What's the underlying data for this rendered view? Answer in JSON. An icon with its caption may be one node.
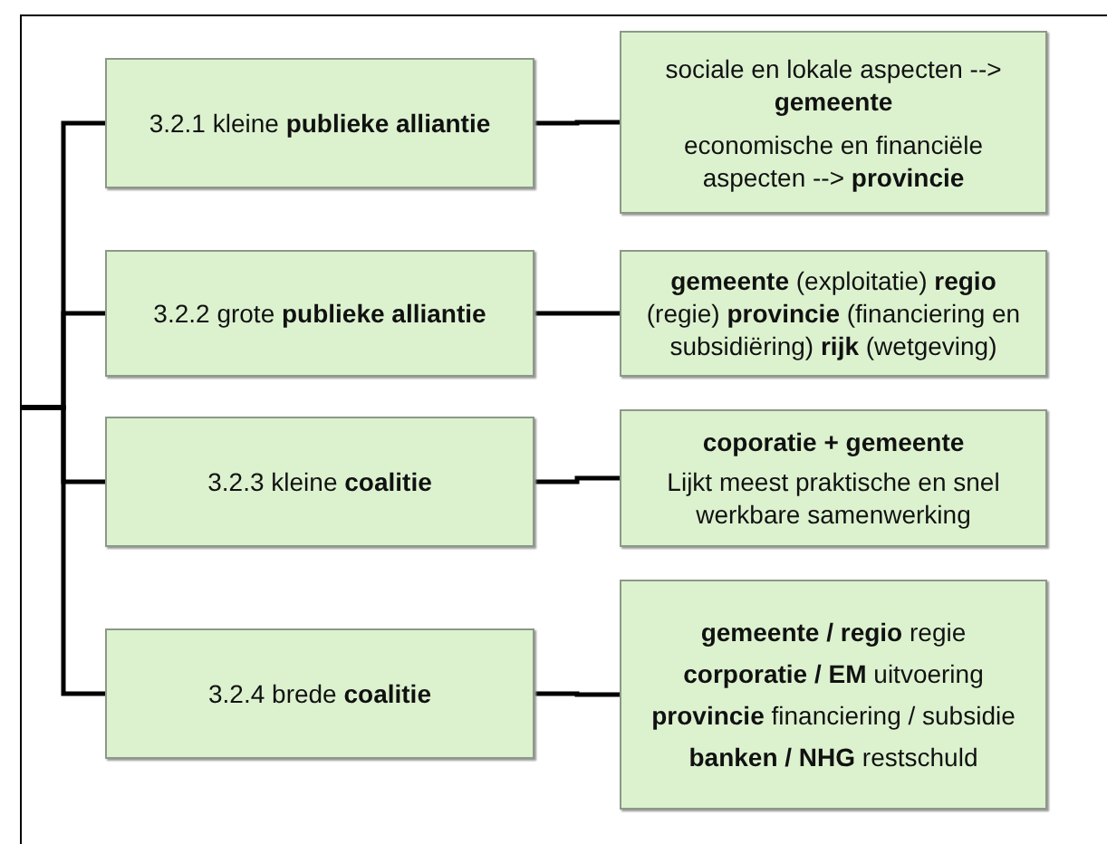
{
  "diagram": {
    "nodes": [
      {
        "text": [
          "3.2.1  kleine **publieke alliantie**"
        ]
      },
      {
        "text": [
          "sociale en lokale aspecten --> **gemeente**",
          "economische en financiële aspecten --> **provincie**"
        ]
      },
      {
        "text": [
          "3.2.2  grote **publieke alliantie**"
        ]
      },
      {
        "text": [
          "**gemeente** (exploitatie) **regio** (regie) **provincie** (financiering en subsidiëring) **rijk** (wetgeving)"
        ]
      },
      {
        "text": [
          "3.2.3  kleine **coalitie**"
        ]
      },
      {
        "text": [
          "**coporatie + gemeente**",
          "Lijkt meest praktische en snel werkbare samenwerking"
        ]
      },
      {
        "text": [
          "3.2.4  brede **coalitie**"
        ]
      },
      {
        "text": [
          "**gemeente / regio** regie",
          "**corporatie / EM** uitvoering",
          "**provincie** financiering / subsidie",
          "**banken / NHG** restschuld"
        ]
      }
    ],
    "edges": [
      {
        "from": null,
        "to": 0,
        "arrow": "none"
      },
      {
        "from": null,
        "to": 2,
        "arrow": "none"
      },
      {
        "from": null,
        "to": 4,
        "arrow": "none"
      },
      {
        "from": null,
        "to": 6,
        "arrow": "none"
      },
      {
        "from": 0,
        "to": 1,
        "arrow": "none"
      },
      {
        "from": 2,
        "to": 3,
        "arrow": "none"
      },
      {
        "from": 4,
        "to": 5,
        "arrow": "none"
      },
      {
        "from": 6,
        "to": 7,
        "arrow": "none"
      }
    ]
  }
}
